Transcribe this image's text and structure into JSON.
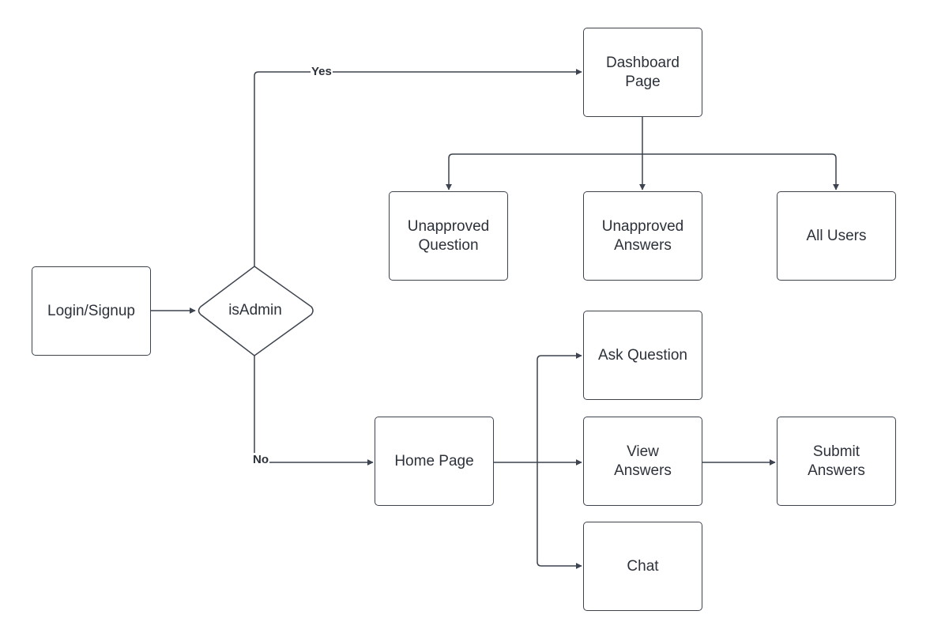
{
  "nodes": {
    "login": "Login/Signup",
    "is_admin": "isAdmin",
    "dashboard": "Dashboard\nPage",
    "unapproved_question": "Unapproved\nQuestion",
    "unapproved_answers": "Unapproved\nAnswers",
    "all_users": "All Users",
    "home": "Home Page",
    "ask_question": "Ask Question",
    "view_answers": "View\nAnswers",
    "submit_answers": "Submit\nAnswers",
    "chat": "Chat"
  },
  "edge_labels": {
    "yes": "Yes",
    "no": "No"
  },
  "colors": {
    "line": "#3d434f",
    "text": "#2c313a",
    "background": "#ffffff"
  }
}
